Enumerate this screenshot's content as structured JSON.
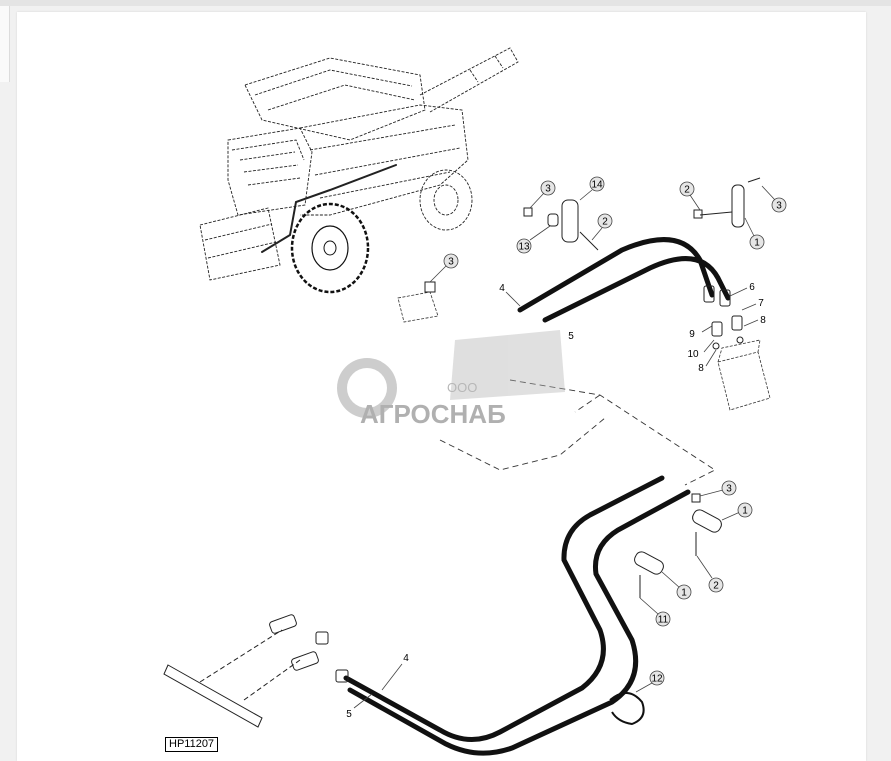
{
  "figure": {
    "code": "HP11207"
  },
  "watermark": {
    "prefix": "ООО",
    "name": "АГРОСНАБ"
  },
  "callouts": {
    "c1a": "1",
    "c2a": "2",
    "c3a": "3",
    "c3b": "3",
    "c14": "14",
    "c2b": "2",
    "c13": "13",
    "c3c": "3",
    "c4a": "4",
    "c5a": "5",
    "c6": "6",
    "c7": "7",
    "c8a": "8",
    "c9": "9",
    "c10": "10",
    "c8b": "8",
    "c3d": "3",
    "c1b": "1",
    "c1c": "1",
    "c2c": "2",
    "c11": "11",
    "c4b": "4",
    "c5b": "5",
    "c12": "12"
  }
}
